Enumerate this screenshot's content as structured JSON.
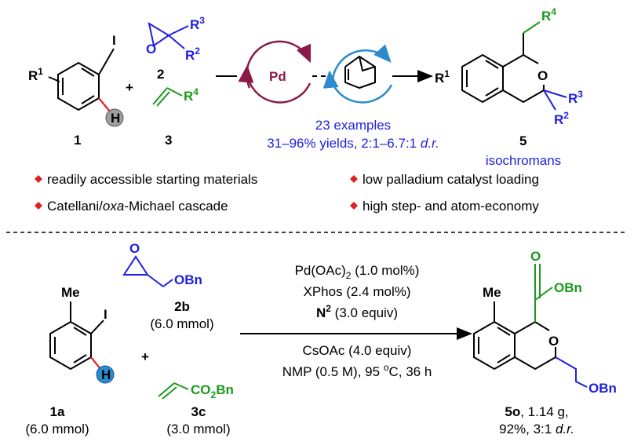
{
  "colors": {
    "pd_cycle": "#8b1a4a",
    "nbe_cycle": "#2a8ccc",
    "blue": "#1f1fe0",
    "green": "#1a9a1a",
    "bullet": "#e02020"
  },
  "top": {
    "cmpd1": {
      "label": "1",
      "I": "I",
      "H": "H",
      "R": "R",
      "R_sup": "1"
    },
    "cmpd2": {
      "label": "2",
      "O": "O",
      "R3": "R",
      "R3_sup": "3",
      "R2": "R",
      "R2_sup": "2"
    },
    "plus": "+",
    "cmpd3": {
      "label": "3",
      "R4": "R",
      "R4_sup": "4"
    },
    "catalyst": "Pd",
    "examples": "23 examples",
    "yields": "31–96% yields, 2:1–6.7:1 ",
    "dr": "d.r.",
    "product": {
      "label": "5",
      "name": "isochromans",
      "O": "O",
      "R1": "R",
      "R1_sup": "1",
      "R2": "R",
      "R2_sup": "2",
      "R3": "R",
      "R3_sup": "3",
      "R4": "R",
      "R4_sup": "4"
    }
  },
  "bullets": [
    {
      "text": "readily accessible starting materials"
    },
    {
      "pre": "Catellani/",
      "ital": "oxa",
      "post": "-Michael cascade"
    },
    {
      "text": "low palladium catalyst loading"
    },
    {
      "text": "high step- and atom-economy"
    }
  ],
  "bottom": {
    "cmpd1a": {
      "label": "1a",
      "amount": "(6.0 mmol)",
      "Me": "Me",
      "I": "I",
      "H": "H"
    },
    "cmpd2b": {
      "label": "2b",
      "amount": "(6.0 mmol)",
      "O": "O",
      "OBn": "OBn"
    },
    "plus": "+",
    "cmpd3c": {
      "label": "3c",
      "amount": "(3.0 mmol)",
      "CO": "CO",
      "sub": "2",
      "Bn": "Bn"
    },
    "conditions": {
      "line1a": "Pd(OAc)",
      "line1sub": "2",
      "line1b": " (1.0 mol%)",
      "line2": "XPhos (2.4 mol%)",
      "line3a": "N",
      "line3sup": "2",
      "line3b": " (3.0 equiv)",
      "line4": "CsOAc (4.0 equiv)",
      "line5a": "NMP (0.5 M), 95 ",
      "line5sup": "o",
      "line5b": "C, 36 h"
    },
    "product": {
      "label": "5o",
      "mass": ", 1.14 g,",
      "yield": "92%, 3:1 ",
      "dr": "d.r.",
      "Me": "Me",
      "O_ring": "O",
      "O_carbonyl": "O",
      "OBn1": "OBn",
      "OBn2": "OBn"
    }
  }
}
